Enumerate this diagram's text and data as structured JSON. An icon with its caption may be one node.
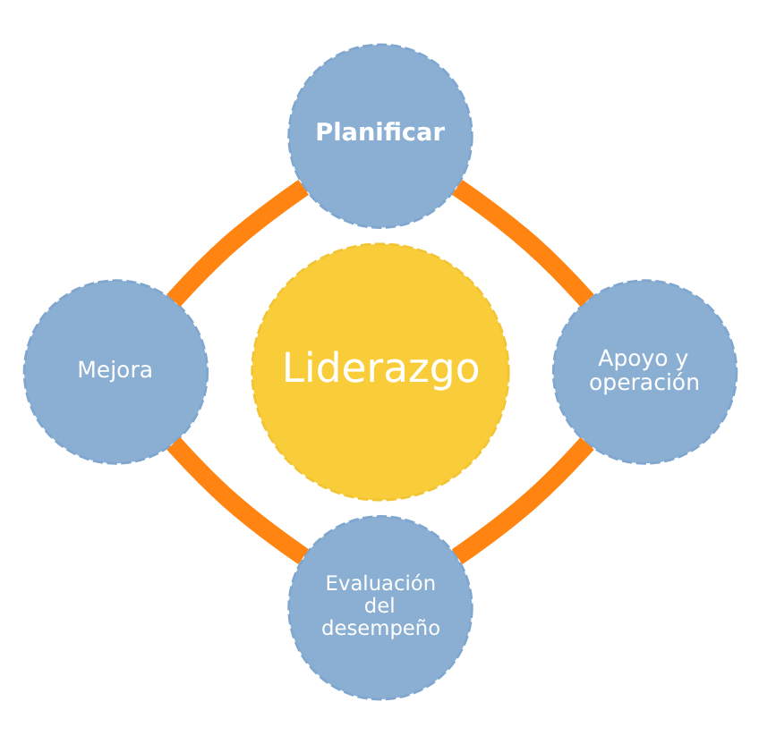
{
  "diagram": {
    "nodes": [
      {
        "text": [
          "Planificar"
        ]
      },
      {
        "text": [
          "Mejora"
        ]
      },
      {
        "text": [
          "Liderazgo"
        ]
      },
      {
        "text": [
          "Apoyo y operación"
        ]
      },
      {
        "text": [
          "Evaluación del desempeño"
        ]
      }
    ],
    "edges": [
      {
        "from": 0,
        "to": 3,
        "arrow": "none"
      },
      {
        "from": 3,
        "to": 4,
        "arrow": "none"
      },
      {
        "from": 4,
        "to": 1,
        "arrow": "none"
      },
      {
        "from": 1,
        "to": 0,
        "arrow": "none"
      }
    ]
  }
}
